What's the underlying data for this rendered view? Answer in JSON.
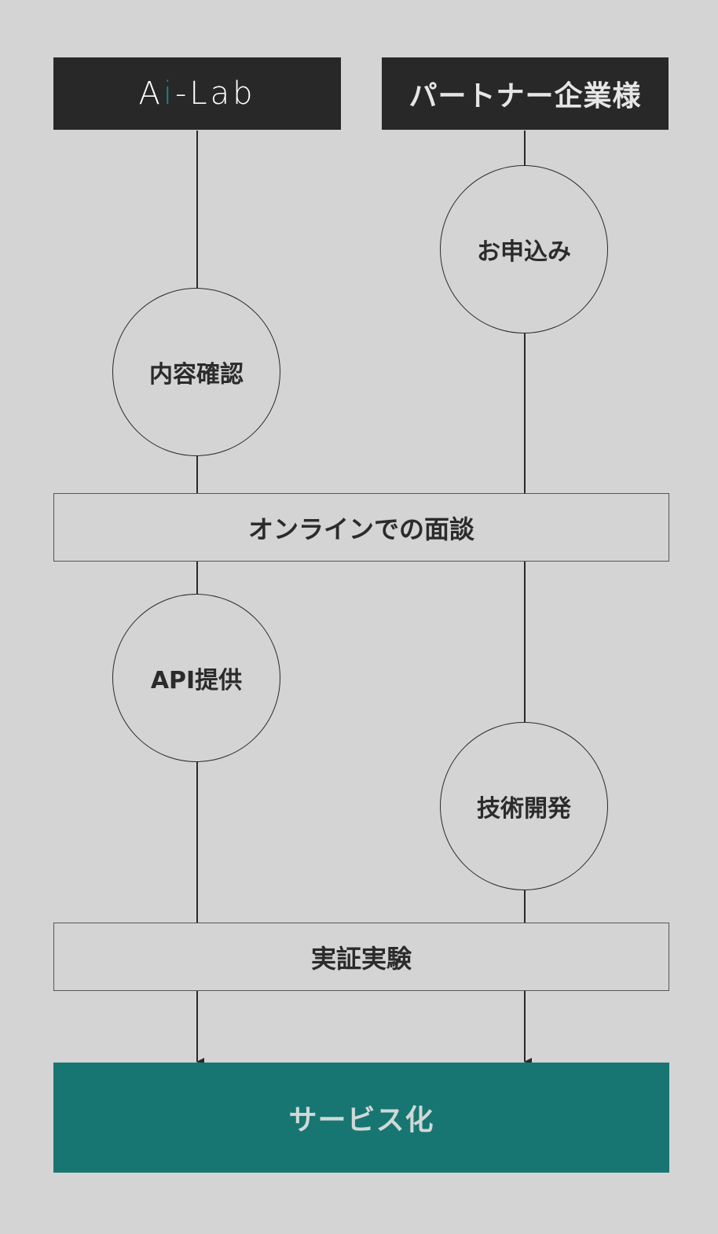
{
  "headers": {
    "left_logo": {
      "prefix": "A",
      "accent": "i",
      "suffix": "-Lab"
    },
    "right": "パートナー企業様"
  },
  "steps": {
    "apply": "お申込み",
    "confirm": "内容確認",
    "meeting": "オンラインでの面談",
    "api": "API提供",
    "dev": "技術開発",
    "poc": "実証実験",
    "service": "サービス化"
  },
  "colors": {
    "background": "#d4d4d4",
    "header": "#282828",
    "accent": "#1b8a86",
    "service": "#187672"
  }
}
